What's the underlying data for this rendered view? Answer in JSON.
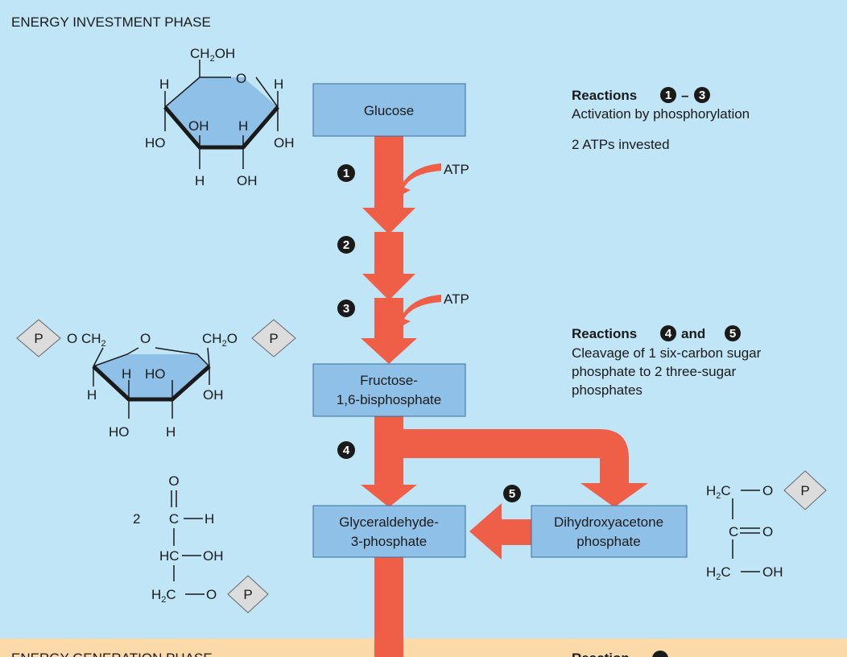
{
  "phases": {
    "investment": "ENERGY INVESTMENT PHASE",
    "generation": "ENERGY GENERATION PHASE"
  },
  "colors": {
    "investment_bg": "#bfe5f7",
    "generation_bg": "#fbd9a9",
    "box_fill": "#8fc1e8",
    "arrow_fill": "#ef5f48",
    "ring_fill": "#8fc1e8",
    "phosphate_fill": "#dcdcdc"
  },
  "boxes": {
    "glucose": "Glucose",
    "fructose_line1": "Fructose-",
    "fructose_line2": "1,6-bisphosphate",
    "gap_line1": "Glyceraldehyde-",
    "gap_line2": "3-phosphate",
    "dhap_line1": "Dihydroxyacetone",
    "dhap_line2": "phosphate"
  },
  "inputs": {
    "atp1": "ATP",
    "atp2": "ATP"
  },
  "steps": [
    "1",
    "2",
    "3",
    "4",
    "5"
  ],
  "notes": {
    "r13_title_pre": "Reactions",
    "r13_dash": "–",
    "r13_line1": "Activation by phosphorylation",
    "r13_line2": "2 ATPs invested",
    "r45_title_pre": "Reactions",
    "r45_and": "and",
    "r45_line1": "Cleavage of 1 six-carbon sugar",
    "r45_line2": "phosphate to 2 three-sugar",
    "r45_line3": "phosphates",
    "r6_title_pre": "Reaction"
  },
  "glucose_structure": {
    "ch2oh": "CH",
    "ch2oh_sub": "2",
    "ch2oh_end": "OH",
    "o": "O",
    "h_left": "H",
    "h_right": "H",
    "oh_in": "OH",
    "h_in": "H",
    "ho_left": "HO",
    "oh_right": "OH",
    "h_bottom": "H",
    "oh_bottom": "OH"
  },
  "fructose_structure": {
    "p_left": "P",
    "och2": "O CH",
    "och2_sub": "2",
    "o": "O",
    "ch2o": "CH",
    "ch2o_sub": "2",
    "ch2o_end": "O",
    "p_right": "P",
    "h_in": "H",
    "ho_in": "HO",
    "h_left": "H",
    "oh_right": "OH",
    "ho_bottom": "HO",
    "h_bottom": "H"
  },
  "gap_structure": {
    "two": "2",
    "o": "O",
    "c": "C",
    "h": "H",
    "hc": "HC",
    "oh": "OH",
    "h2c": "H",
    "h2c_sub": "2",
    "h2c_end": "C",
    "o2": "O",
    "p": "P"
  },
  "dhap_structure": {
    "h2c_top": "H",
    "h2c_top_sub": "2",
    "h2c_top_end": "C",
    "o_top": "O",
    "p": "P",
    "c": "C",
    "o_dbl": "O",
    "h2c_bot": "H",
    "h2c_bot_sub": "2",
    "h2c_bot_end": "C",
    "oh_bot": "OH"
  }
}
